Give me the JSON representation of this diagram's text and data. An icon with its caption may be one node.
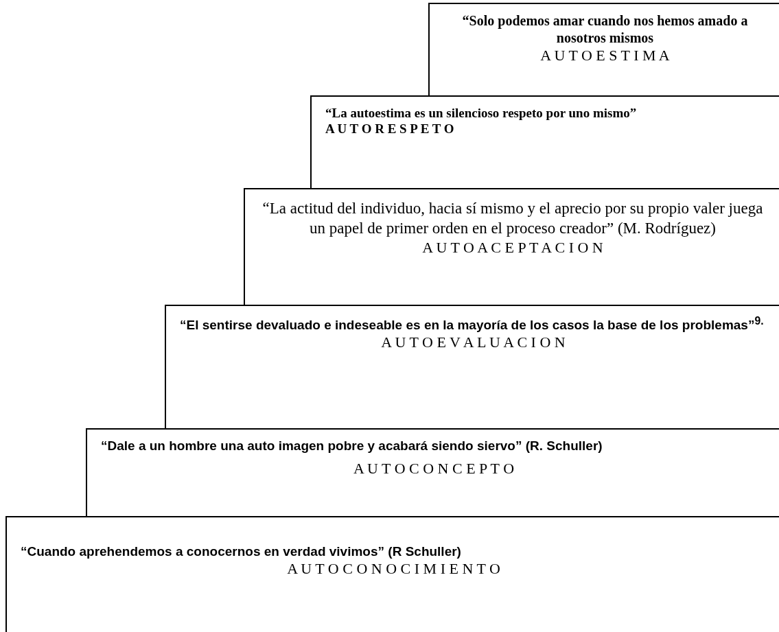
{
  "diagram": {
    "nodes": [
      {
        "text": [
          "“Solo podemos amar cuando nos hemos amado a nosotros mismos",
          "A U T O E S T I M A"
        ]
      },
      {
        "text": [
          "“La autoestima es un silencioso respeto por uno mismo”",
          "A U T O R E S P E T O"
        ]
      },
      {
        "text": [
          "“La actitud del individuo, hacia sí mismo y el aprecio por su propio valer juega un papel de primer orden en el proceso creador” (M. Rodríguez)",
          "A U T O A C E P T A C I O N"
        ]
      },
      {
        "text": [
          "“El sentirse devaluado e indeseable es en la mayoría de los casos la base de los problemas”$^{9.}$",
          "A U T O E V A L U A C I O N"
        ]
      },
      {
        "text": [
          "“Dale a un hombre una auto imagen pobre y acabará siendo siervo” (R. Schuller)",
          "A U T O C O N C E P T O"
        ]
      },
      {
        "text": [
          "“Cuando aprehendemos a conocernos en verdad vivimos” (R Schuller)",
          "A U T O C O N O C I M I E N T O"
        ]
      }
    ]
  }
}
